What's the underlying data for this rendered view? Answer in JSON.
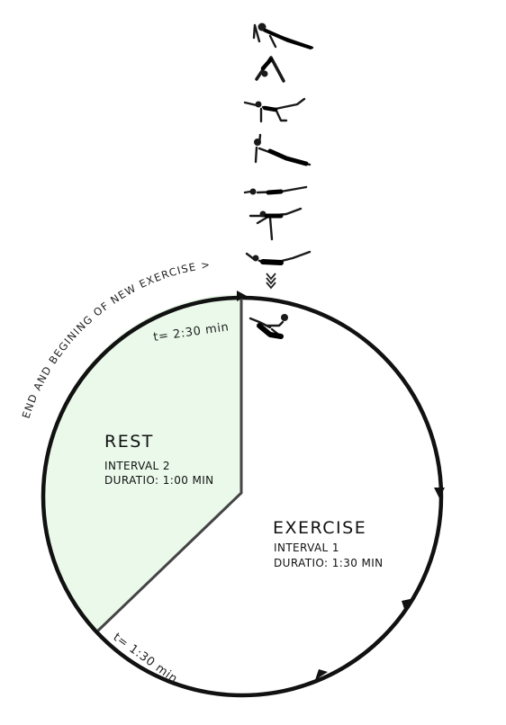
{
  "colors": {
    "rest_fill": "#eaf9ea",
    "circle_stroke": "#111111",
    "divider": "#444444"
  },
  "curve_label": "END AND BEGINING OF NEW EXERCISE >",
  "rest": {
    "title": "REST",
    "interval": "INTERVAL 2",
    "duration": "DURATIO: 1:00 MIN"
  },
  "exercise": {
    "title": "EXERCISE",
    "interval": "INTERVAL 1",
    "duration": "DURATIO: 1:30 MIN"
  },
  "time_marks": {
    "start_rest": "t= 1:30 min",
    "end_rest": "t= 2:30 min"
  },
  "icons": {
    "exercise_sequence": [
      "plank-pose-icon",
      "downward-dog-icon",
      "bird-dog-icon",
      "side-plank-icon",
      "lying-leg-raise-icon",
      "standing-balance-icon",
      "superman-pose-icon"
    ],
    "down_arrow": "down-chevron-arrow-icon",
    "current_exercise": "boat-pose-icon",
    "direction_arrows": "clockwise-arrow-icon"
  }
}
